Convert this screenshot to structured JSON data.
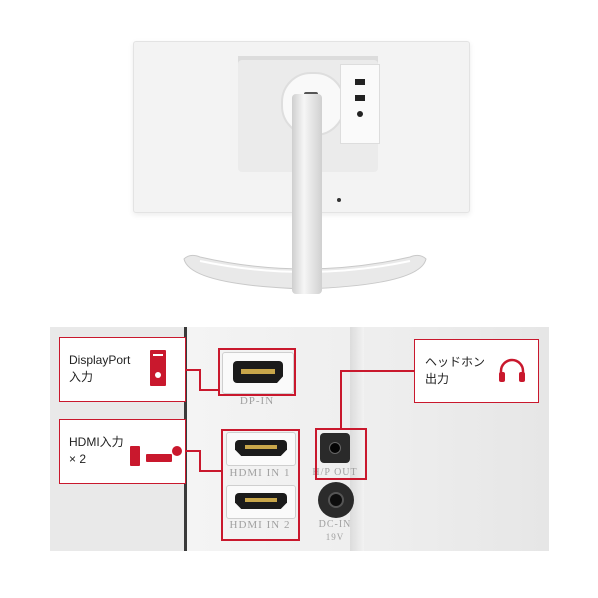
{
  "callouts": {
    "displayport": {
      "label": "DisplayPort\n入力"
    },
    "hdmi": {
      "label": "HDMI入力\n× 2"
    },
    "headphone": {
      "label": "ヘッドホン\n出力"
    }
  },
  "ports": {
    "dp_in": "DP-IN",
    "hdmi_in_1": "HDMI IN 1",
    "hdmi_in_2": "HDMI IN 2",
    "headphone_out": "H/P OUT",
    "dc_in": "DC-IN",
    "dc_rating": "19V"
  },
  "colors": {
    "accent": "#c9182d"
  }
}
